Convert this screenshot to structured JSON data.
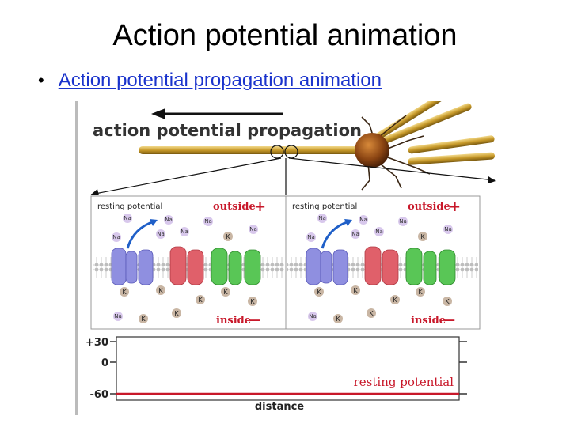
{
  "slide": {
    "title": "Action potential animation",
    "bullet": "Action potential propagation animation"
  },
  "animation": {
    "heading": "action potential propagation",
    "resting_label": "resting potential",
    "outside_label": "outside",
    "inside_label": "inside",
    "plus_sign": "+",
    "minus_sign": "—",
    "na_label": "Na",
    "k_label": "K",
    "y_ticks": [
      "+30",
      "0",
      "-60"
    ],
    "curve_label": "resting potential",
    "x_axis_label": "distance",
    "colors": {
      "link": "#1a33cc",
      "na_ion": "#d8c8ec",
      "k_ion": "#c9b6a4",
      "channel_blue": "#8f8fe0",
      "channel_red": "#e0606a",
      "channel_green": "#59c656",
      "membrane": "#cfcfcf",
      "label_red": "#c8182a",
      "axon_gold": "#c89a2a",
      "soma": "#8a4412"
    }
  }
}
